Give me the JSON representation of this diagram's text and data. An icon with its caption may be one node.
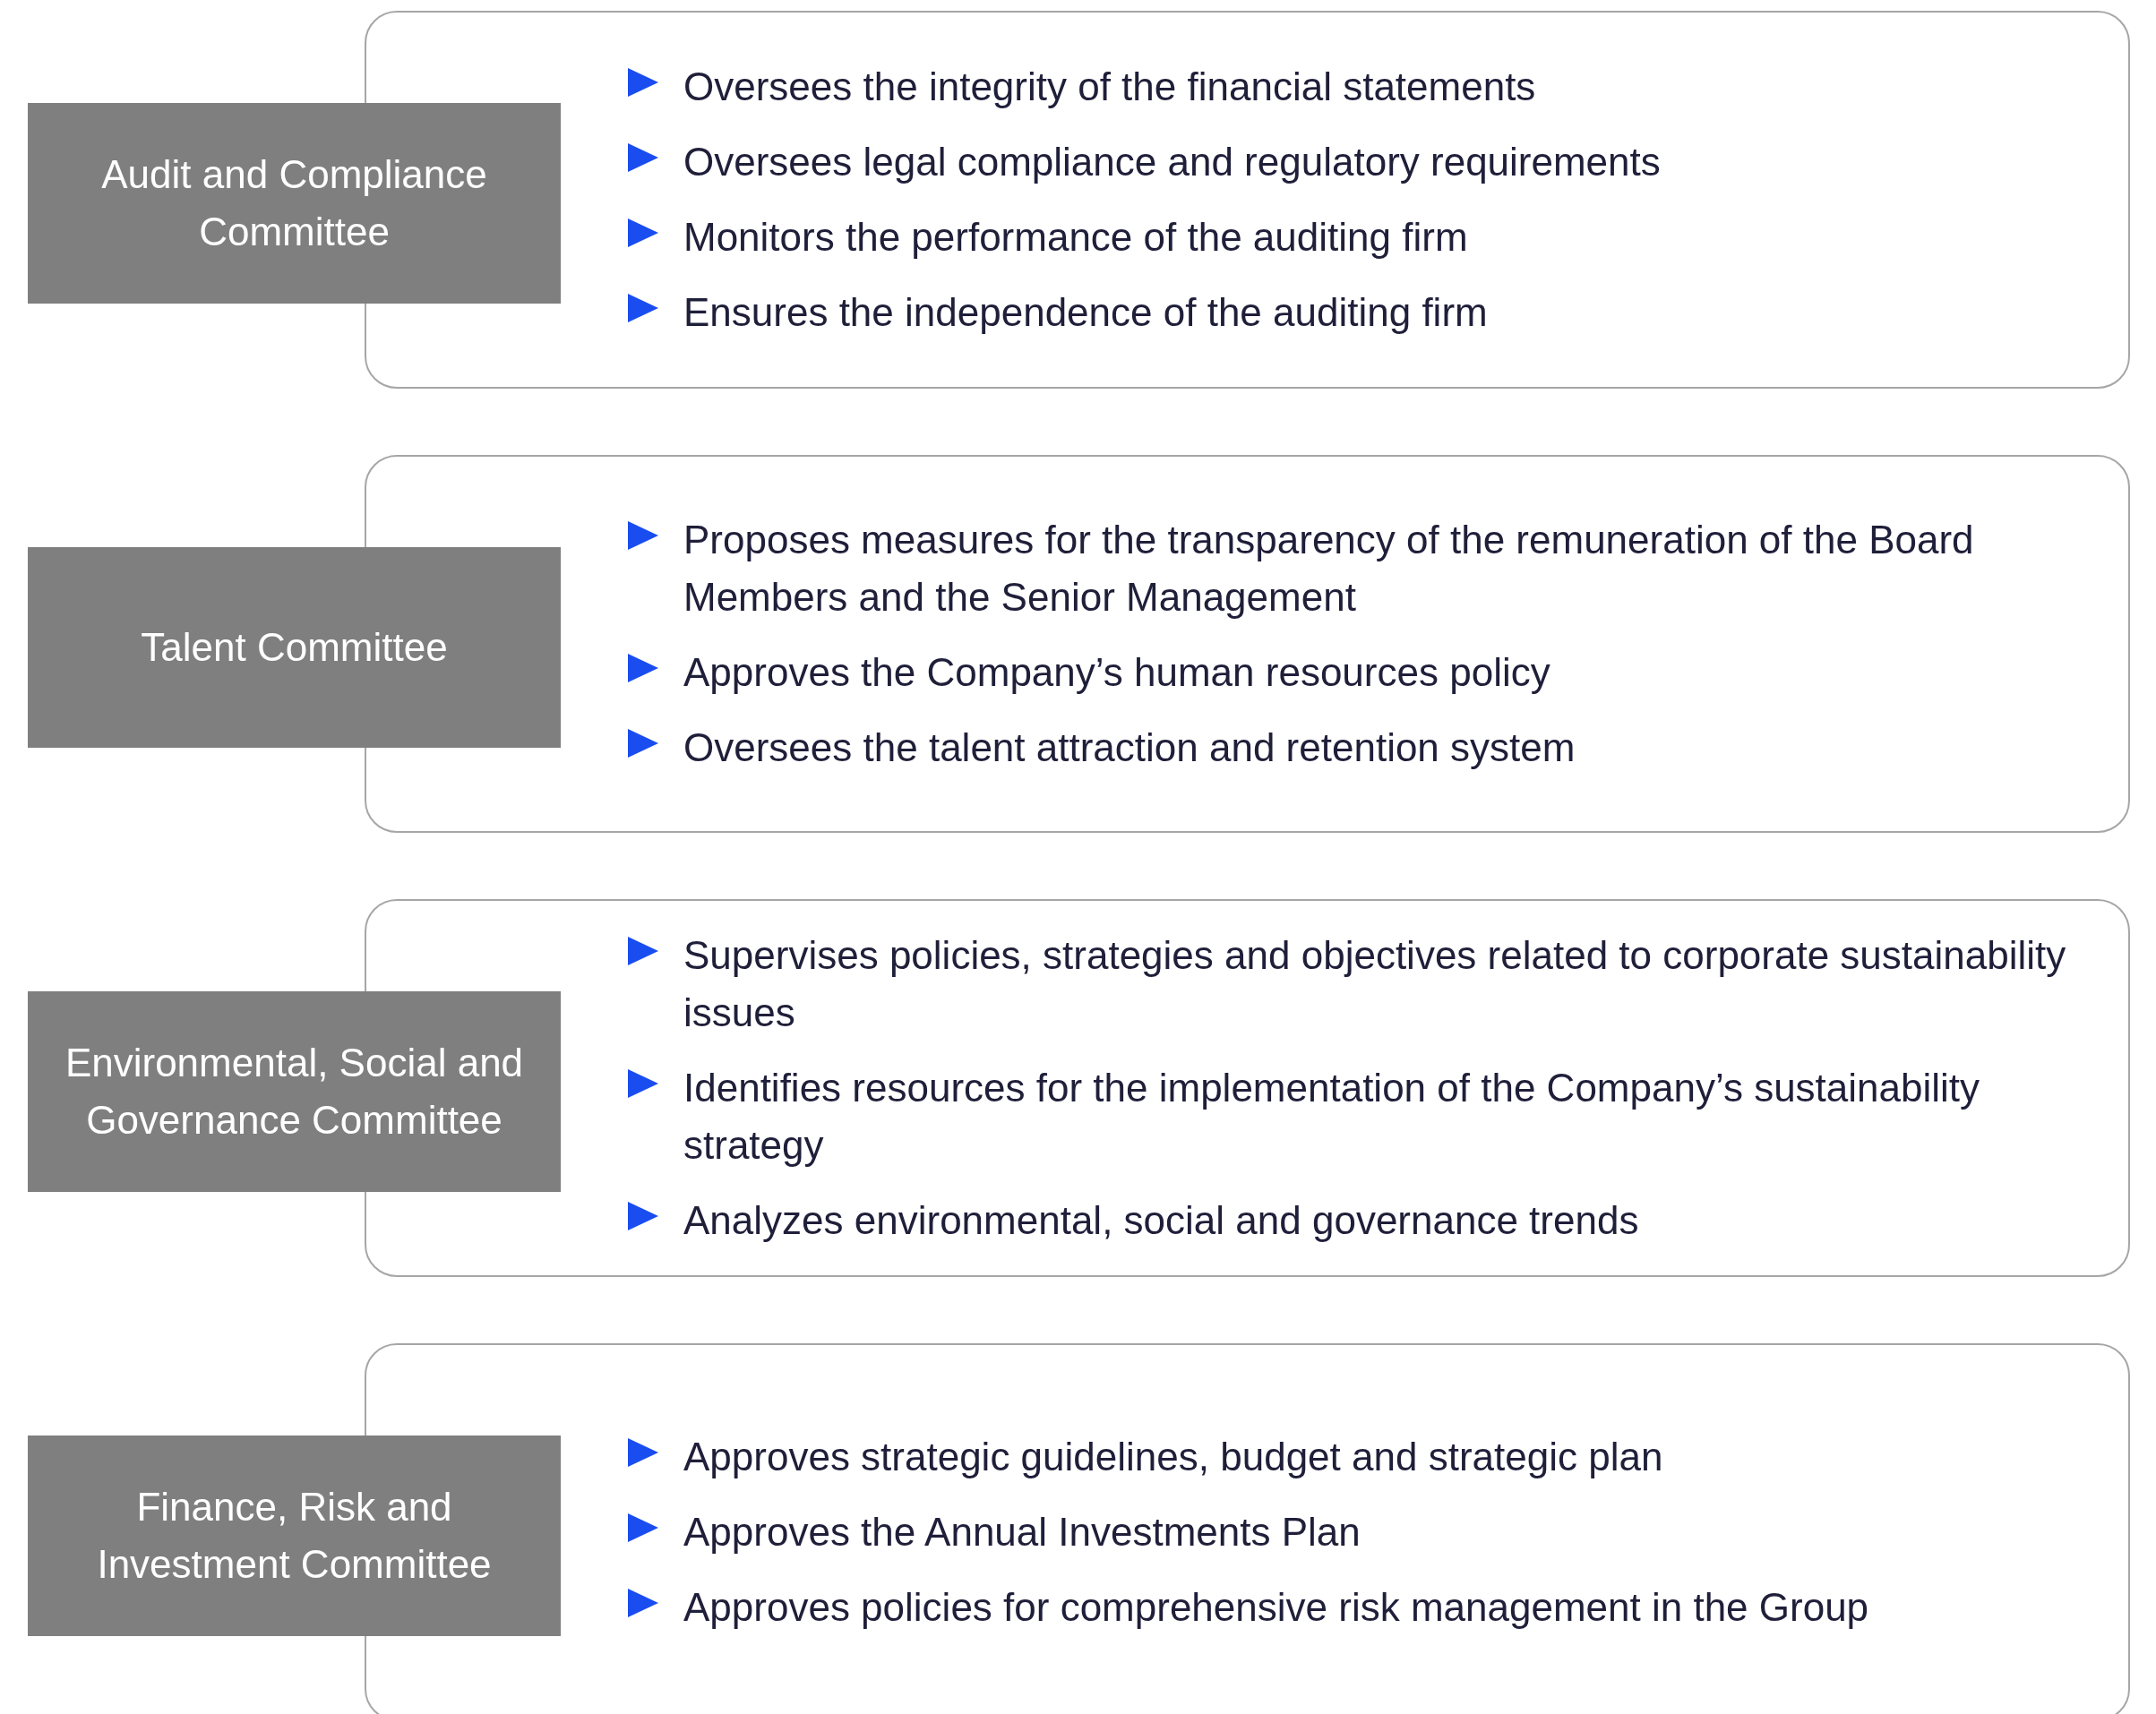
{
  "diagram": {
    "nodes": [
      {
        "text": [
          "Audit and Compliance Committee"
        ]
      },
      {
        "text": [
          "Oversees the integrity of the financial statements",
          "Oversees legal compliance and regulatory requirements",
          "Monitors the performance of the auditing firm",
          "Ensures the independence of the auditing firm"
        ]
      },
      {
        "text": [
          "Talent Committee"
        ]
      },
      {
        "text": [
          "Proposes measures for the transparency of the remuneration of the Board Members and the Senior Management",
          "Approves the Company’s human resources policy",
          "Oversees the talent attraction and retention system"
        ]
      },
      {
        "text": [
          "Environmental, Social and Governance Committee"
        ]
      },
      {
        "text": [
          "Supervises policies, strategies and objectives related to corporate sustainability issues",
          "Identifies resources for the implementation of the Company’s sustainability strategy",
          "Analyzes environmental, social and governance trends"
        ]
      },
      {
        "text": [
          "Finance, Risk and Investment Committee"
        ]
      },
      {
        "text": [
          "Approves strategic guidelines, budget and strategic plan",
          "Approves the Annual Investments Plan",
          "Approves policies for comprehensive risk management in the Group"
        ]
      }
    ]
  }
}
